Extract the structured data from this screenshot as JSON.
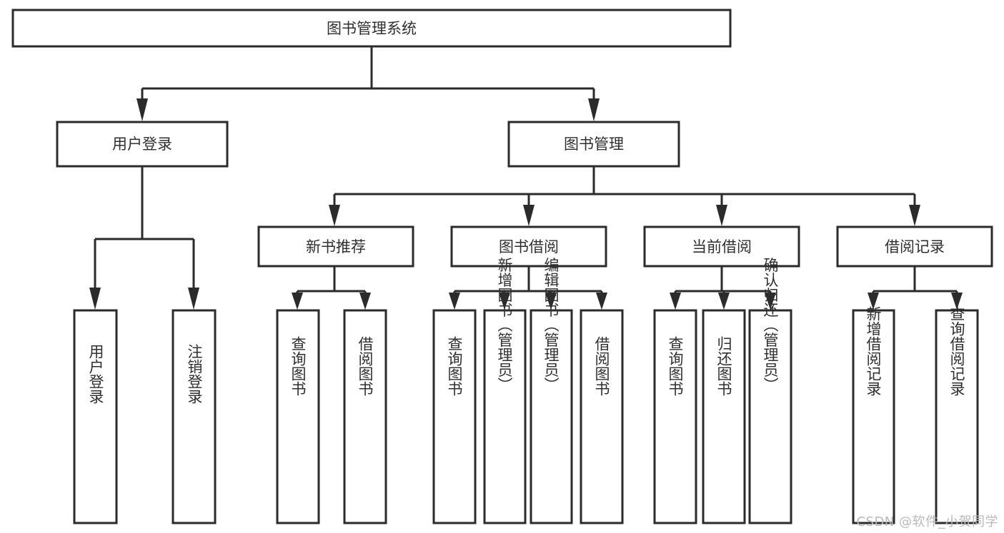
{
  "diagram": {
    "type": "tree-hierarchy",
    "title": "图书管理系统",
    "watermark": "CSDN @软件_小贺同学",
    "colors": {
      "stroke": "#2b2b2b",
      "fill": "#ffffff",
      "text": "#2f2f2f",
      "background": "#ffffff",
      "watermark": "#b9b9b9"
    },
    "levels": {
      "root": {
        "label": "图书管理系统"
      },
      "level2": [
        {
          "id": "user-login",
          "label": "用户登录"
        },
        {
          "id": "book-manage",
          "label": "图书管理"
        }
      ],
      "level3": [
        {
          "id": "new-book-rec",
          "label": "新书推荐",
          "parent": "book-manage"
        },
        {
          "id": "book-borrow",
          "label": "图书借阅",
          "parent": "book-manage"
        },
        {
          "id": "current-borrow",
          "label": "当前借阅",
          "parent": "book-manage"
        },
        {
          "id": "borrow-record",
          "label": "借阅记录",
          "parent": "book-manage"
        }
      ],
      "leaves": [
        {
          "id": "leaf-user-login",
          "label": "用户登录",
          "parent": "user-login"
        },
        {
          "id": "leaf-logout",
          "label": "注销登录",
          "parent": "user-login"
        },
        {
          "id": "leaf-query-book-1",
          "label": "查询图书",
          "parent": "new-book-rec"
        },
        {
          "id": "leaf-borrow-book-1",
          "label": "借阅图书",
          "parent": "new-book-rec"
        },
        {
          "id": "leaf-query-book-2",
          "label": "查询图书",
          "parent": "book-borrow"
        },
        {
          "id": "leaf-add-book",
          "label": "新增图书（管理员）",
          "parent": "book-borrow"
        },
        {
          "id": "leaf-edit-book",
          "label": "编辑图书（管理员）",
          "parent": "book-borrow"
        },
        {
          "id": "leaf-borrow-book-2",
          "label": "借阅图书",
          "parent": "book-borrow"
        },
        {
          "id": "leaf-query-book-3",
          "label": "查询图书",
          "parent": "current-borrow"
        },
        {
          "id": "leaf-return-book",
          "label": "归还图书",
          "parent": "current-borrow"
        },
        {
          "id": "leaf-confirm-return",
          "label": "确认归还（管理员）",
          "parent": "current-borrow"
        },
        {
          "id": "leaf-add-record",
          "label": "新增借阅记录",
          "parent": "borrow-record"
        },
        {
          "id": "leaf-query-record",
          "label": "查询借阅记录",
          "parent": "borrow-record"
        }
      ]
    }
  }
}
